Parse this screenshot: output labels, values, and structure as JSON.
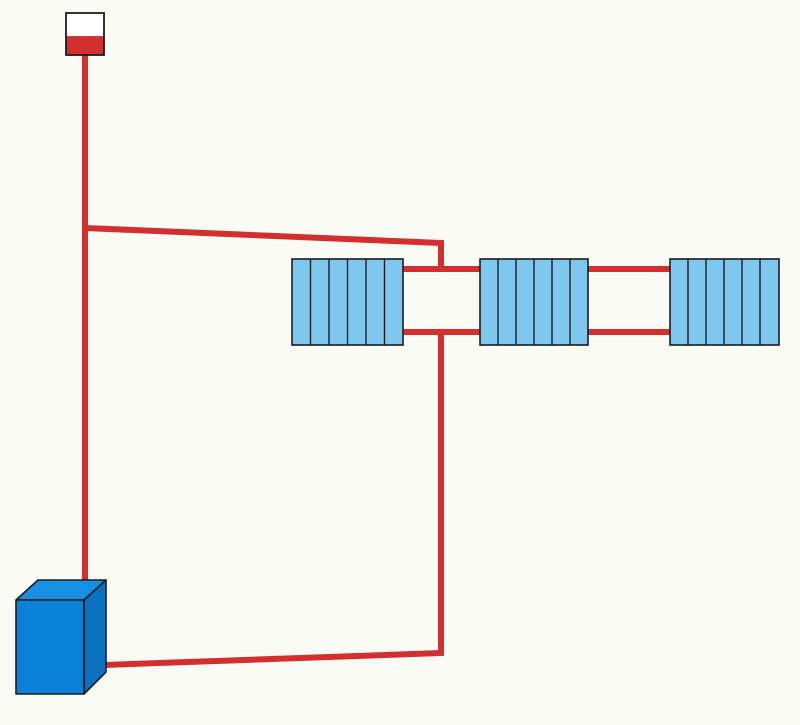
{
  "diagram": {
    "colors": {
      "background": "#fafbf5",
      "pipe": "#d32f2f",
      "radiator_fill": "#7ec8f0",
      "outline": "#1c1c1c",
      "boiler_front": "#0a80d6",
      "boiler_top": "#1590e3",
      "boiler_side": "#0a72c0",
      "tank_fill": "#ffffff",
      "tank_water": "#d32f2f"
    },
    "elements": {
      "expansion_tank": {
        "water_level_fraction": 0.45
      },
      "boiler": {},
      "radiators": [
        {
          "name": "radiator-1",
          "sections": 6
        },
        {
          "name": "radiator-2",
          "sections": 6
        },
        {
          "name": "radiator-3",
          "sections": 6
        }
      ]
    }
  }
}
